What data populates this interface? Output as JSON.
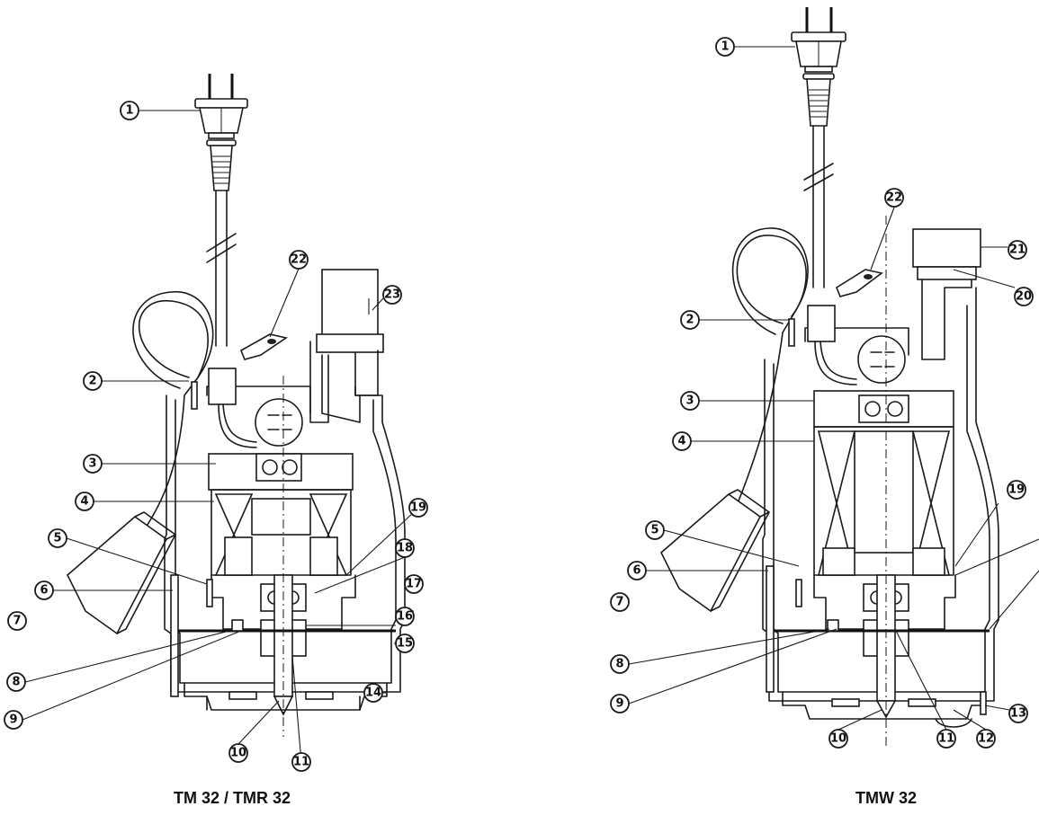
{
  "figures": [
    {
      "caption": "TM 32 / TMR 32",
      "callouts": [
        "1",
        "2",
        "3",
        "4",
        "5",
        "6",
        "7",
        "8",
        "9",
        "10",
        "11",
        "14",
        "15",
        "16",
        "17",
        "18",
        "19",
        "22",
        "23"
      ]
    },
    {
      "caption": "TMW 32",
      "callouts": [
        "1",
        "2",
        "3",
        "4",
        "5",
        "6",
        "7",
        "8",
        "9",
        "10",
        "11",
        "12",
        "13",
        "19",
        "20",
        "21",
        "22"
      ]
    }
  ]
}
